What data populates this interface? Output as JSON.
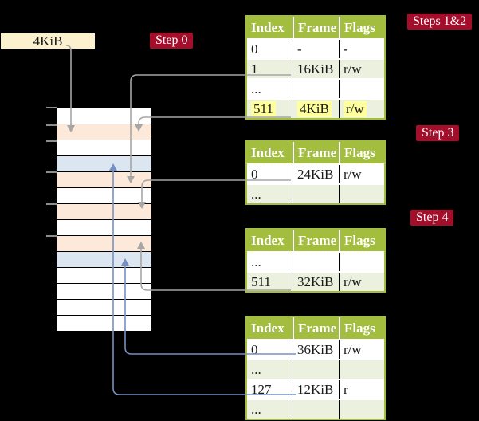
{
  "colors": {
    "background": "#000000",
    "crimson": "#a50e2b",
    "header_green": "#a3bd3f",
    "row_green": "#ebf1de",
    "white": "#ffffff",
    "peach": "#fde9d9",
    "blue": "#dce6f1",
    "cream": "#fbf1cf",
    "highlight_yellow": "#ffff9d",
    "arrow_gray": "#a6a6a6",
    "arrow_blue": "#7590c2"
  },
  "page_size_box": {
    "label": "4KiB"
  },
  "steps": [
    {
      "label": "Step 0"
    },
    {
      "label": "Steps 1&2"
    },
    {
      "label": "Step 3"
    },
    {
      "label": "Step 4"
    }
  ],
  "memory_column": {
    "rows": [
      "white",
      "peach",
      "white",
      "blue",
      "peach",
      "white",
      "peach",
      "white",
      "peach",
      "blue",
      "white",
      "white",
      "white",
      "white"
    ]
  },
  "tables": [
    {
      "name": "page-table-level-4",
      "headers": [
        "Index",
        "Frame",
        "Flags"
      ],
      "rows": [
        {
          "cells": [
            "0",
            "-",
            "-"
          ],
          "shaded": false,
          "highlight": false
        },
        {
          "cells": [
            "1",
            "16KiB",
            "r/w"
          ],
          "shaded": true,
          "highlight": false
        },
        {
          "cells": [
            "...",
            "",
            ""
          ],
          "shaded": false,
          "highlight": false
        },
        {
          "cells": [
            "511",
            "4KiB",
            "r/w"
          ],
          "shaded": true,
          "highlight": true
        }
      ]
    },
    {
      "name": "page-table-level-3",
      "headers": [
        "Index",
        "Frame",
        "Flags"
      ],
      "rows": [
        {
          "cells": [
            "0",
            "24KiB",
            "r/w"
          ],
          "shaded": false,
          "highlight": false
        },
        {
          "cells": [
            "...",
            "",
            ""
          ],
          "shaded": true,
          "highlight": false
        }
      ]
    },
    {
      "name": "page-table-level-2",
      "headers": [
        "Index",
        "Frame",
        "Flags"
      ],
      "rows": [
        {
          "cells": [
            "...",
            "",
            ""
          ],
          "shaded": false,
          "highlight": false
        },
        {
          "cells": [
            "511",
            "32KiB",
            "r/w"
          ],
          "shaded": true,
          "highlight": false
        }
      ]
    },
    {
      "name": "page-table-level-1",
      "headers": [
        "Index",
        "Frame",
        "Flags"
      ],
      "rows": [
        {
          "cells": [
            "0",
            "36KiB",
            "r/w"
          ],
          "shaded": false,
          "highlight": false
        },
        {
          "cells": [
            "...",
            "",
            ""
          ],
          "shaded": true,
          "highlight": false
        },
        {
          "cells": [
            "127",
            "12KiB",
            "r"
          ],
          "shaded": false,
          "highlight": false
        },
        {
          "cells": [
            "...",
            "",
            ""
          ],
          "shaded": true,
          "highlight": false
        }
      ]
    }
  ]
}
